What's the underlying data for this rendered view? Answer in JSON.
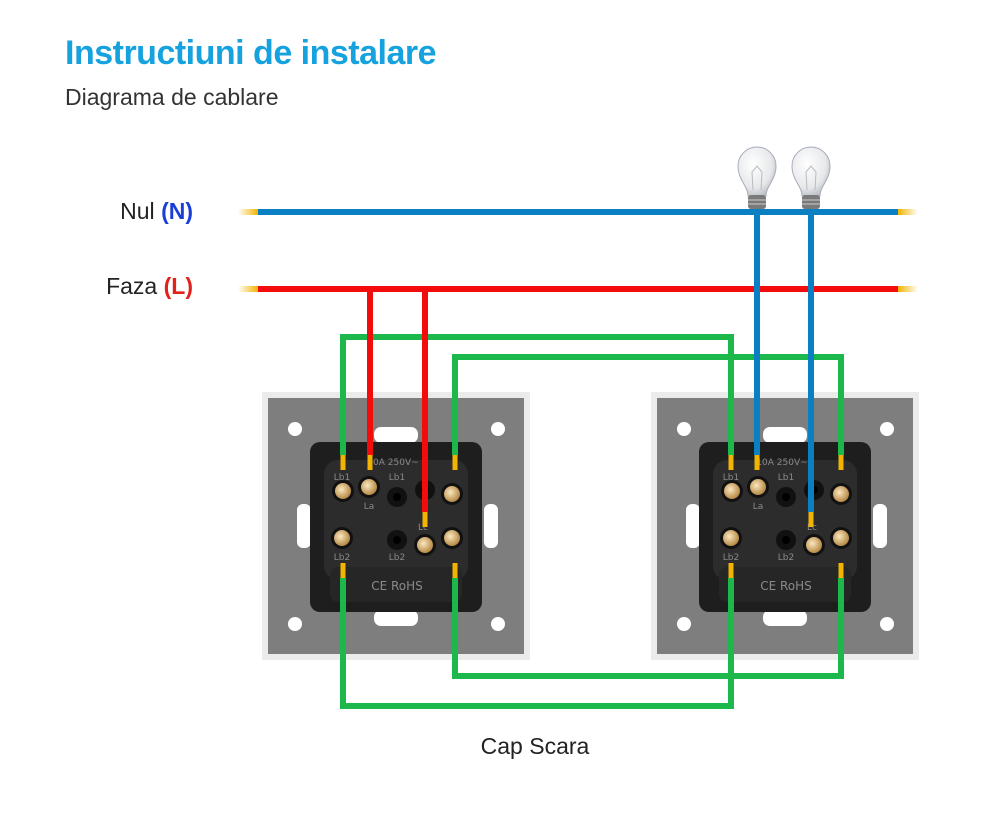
{
  "header": {
    "title": "Instructiuni de instalare",
    "subtitle": "Diagrama de cablare"
  },
  "wires": {
    "neutral": {
      "label": "Nul",
      "code": "(N)",
      "color": "#0a7fc2",
      "code_color": "#1a3fd8"
    },
    "phase": {
      "label": "Faza",
      "code": "(L)",
      "color": "#f20c0c",
      "code_color": "#e0221b"
    },
    "traveler_color": "#1db84b",
    "terminal_color": "#f2b400"
  },
  "switch": {
    "rating": "10A 250V~",
    "terminals": [
      "Lb1",
      "La",
      "Lb1",
      "Lc",
      "Lb2",
      "Lb2"
    ],
    "marking": "CE RoHS"
  },
  "lamps": {
    "count": 2,
    "icon": "light-bulb-icon"
  },
  "caption": "Cap Scara"
}
